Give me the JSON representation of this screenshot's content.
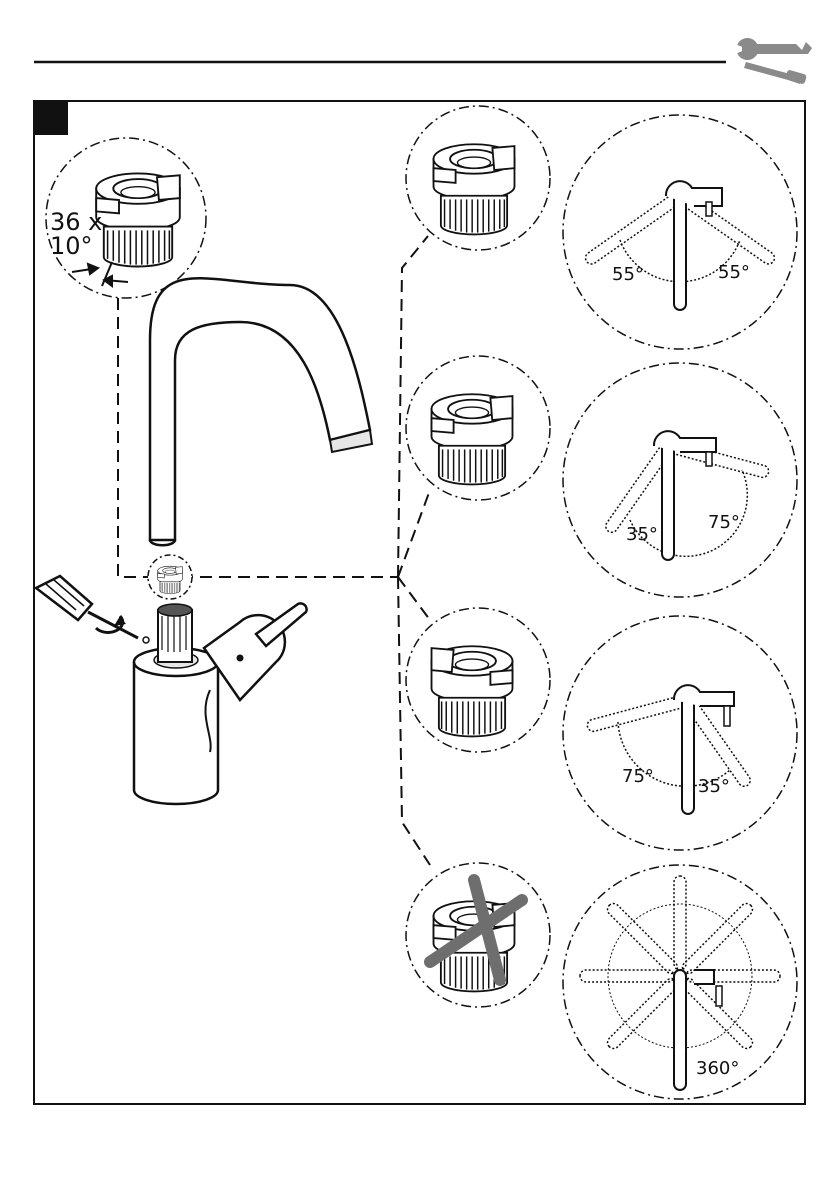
{
  "header": {
    "icon": "wrench-screwdriver-icon"
  },
  "step_marker": {
    "number": ""
  },
  "detail": {
    "count_label": "36 x",
    "angle_label": "10°"
  },
  "options": [
    {
      "name": "option-symmetric",
      "left_angle": "55°",
      "right_angle": "55°"
    },
    {
      "name": "option-right-wide",
      "left_angle": "35°",
      "right_angle": "75°"
    },
    {
      "name": "option-left-wide",
      "left_angle": "75°",
      "right_angle": "35°"
    },
    {
      "name": "option-unrestricted",
      "angle": "360°"
    }
  ],
  "colors": {
    "line": "#111111",
    "light_gray": "#e6e6e6",
    "dark_gray": "#555555",
    "cross": "#6e6e6e"
  }
}
